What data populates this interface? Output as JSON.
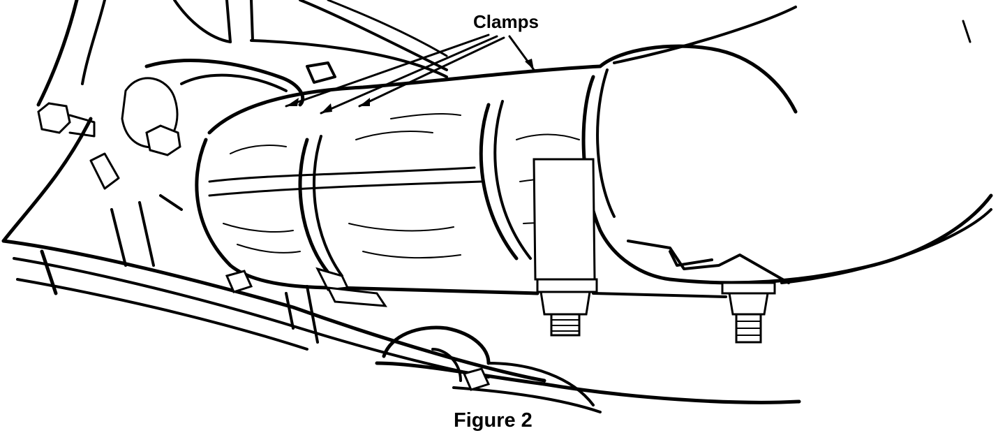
{
  "figure": {
    "callout_label": "Clamps",
    "caption": "Figure 2"
  },
  "colors": {
    "ink": "#000000",
    "paper": "#ffffff"
  },
  "parts": [
    "hose",
    "hose-clamp-front",
    "hose-clamp-rear",
    "bracket-stud-left",
    "bracket-stud-right",
    "exhaust-pipe",
    "frame-rail",
    "bolt-head"
  ]
}
